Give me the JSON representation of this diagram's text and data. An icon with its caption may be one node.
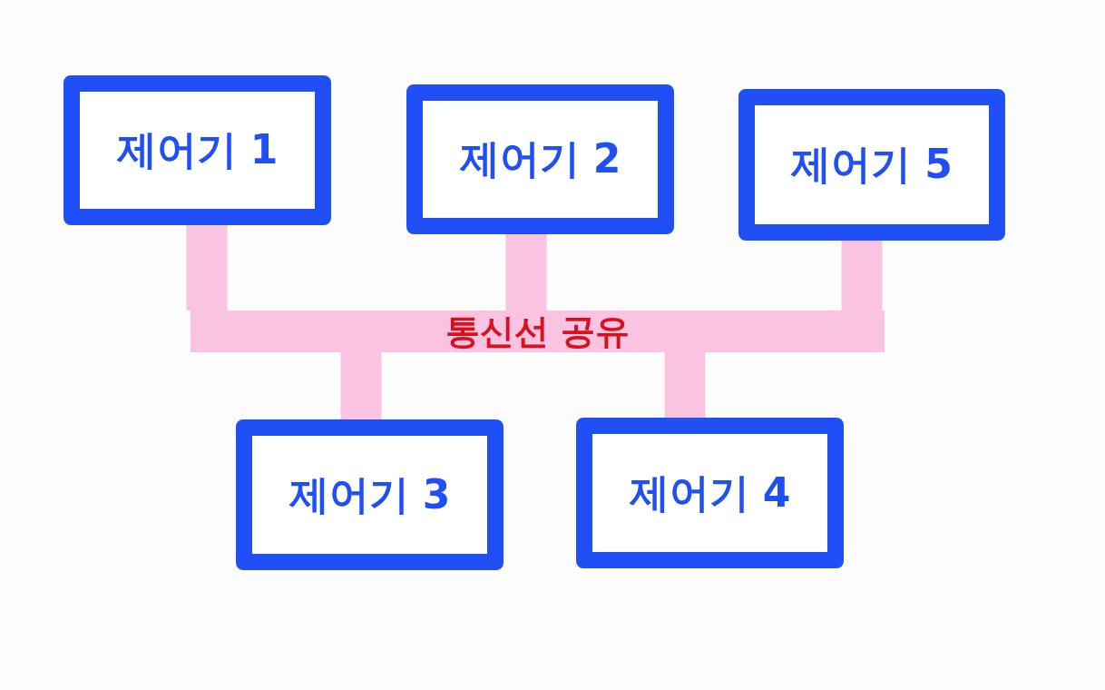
{
  "diagram": {
    "nodes": [
      {
        "text": [
          "제어기 1"
        ]
      },
      {
        "text": [
          "제어기 2"
        ]
      },
      {
        "text": [
          "제어기 5"
        ]
      },
      {
        "text": [
          "통신선 공유"
        ]
      },
      {
        "text": [
          "제어기 3"
        ]
      },
      {
        "text": [
          "제어기 4"
        ]
      }
    ],
    "edges": [
      {
        "from": 0,
        "to": 3,
        "arrow": "none"
      },
      {
        "from": 1,
        "to": 3,
        "arrow": "none"
      },
      {
        "from": 2,
        "to": 3,
        "arrow": "none"
      },
      {
        "from": 4,
        "to": 3,
        "arrow": "none"
      },
      {
        "from": 5,
        "to": 3,
        "arrow": "none"
      }
    ]
  }
}
